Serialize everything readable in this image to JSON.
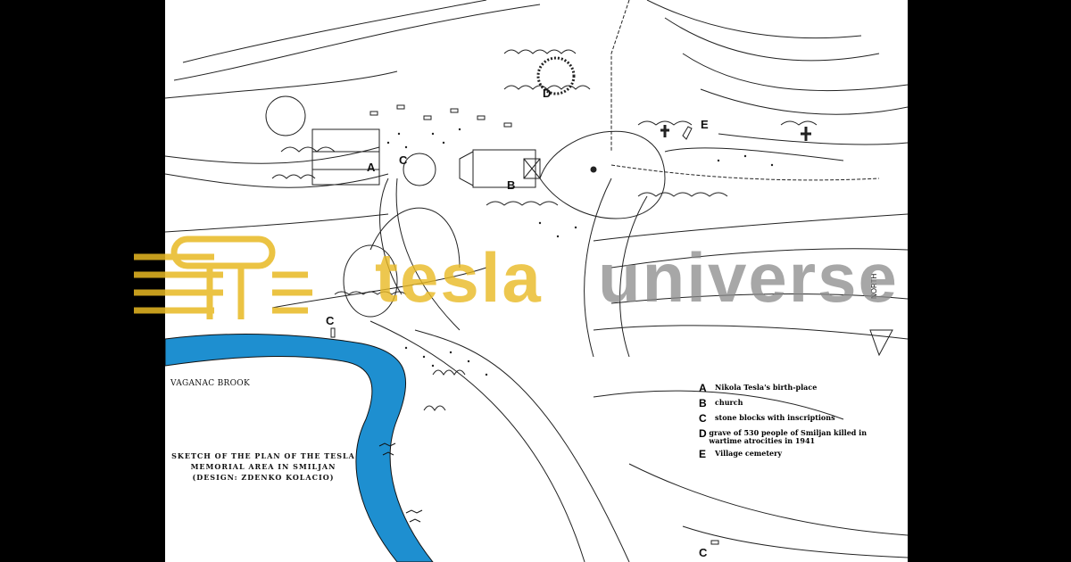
{
  "map": {
    "brook_label": "VAGANAC BROOK",
    "title_lines": [
      "SKETCH OF THE PLAN OF THE TESLA",
      "MEMORIAL AREA IN SMILJAN",
      "(DESIGN: ZDENKO KOLACIO)"
    ],
    "north_label": "NORTH",
    "markers": {
      "A": "A",
      "B": "B",
      "C1": "C",
      "C2": "C",
      "C3": "C",
      "D": "D",
      "E": "E"
    },
    "legend": [
      {
        "key": "A",
        "text": "Nikola Tesla's birth-place"
      },
      {
        "key": "B",
        "text": "church"
      },
      {
        "key": "C",
        "text": "stone blocks with inscriptions"
      },
      {
        "key": "D",
        "text": "grave of 530 people of Smiljan killed in wartime atrocities in 1941"
      },
      {
        "key": "E",
        "text": "Village cemetery"
      }
    ]
  },
  "watermark": {
    "word1": "tesla",
    "word2": "universe",
    "color_gold": "#e8b923",
    "color_gray": "#8a8a8a"
  },
  "colors": {
    "brook": "#1e8fd0",
    "background": "#000000",
    "paper": "#ffffff"
  }
}
